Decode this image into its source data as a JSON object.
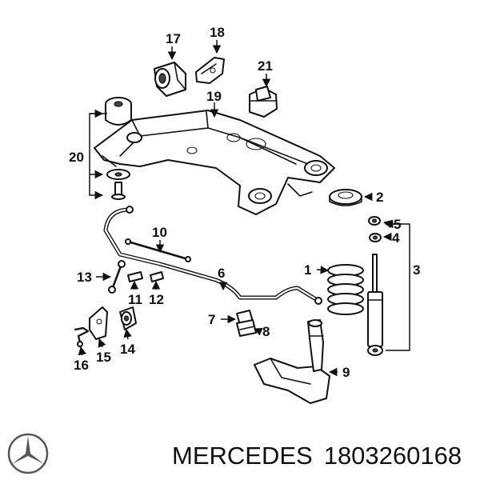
{
  "callouts": [
    "1",
    "2",
    "3",
    "4",
    "5",
    "6",
    "7",
    "8",
    "9",
    "10",
    "11",
    "12",
    "13",
    "14",
    "15",
    "16",
    "17",
    "18",
    "19",
    "20",
    "21"
  ],
  "footer": {
    "brand": "MERCEDES",
    "part_number": "1803260168"
  },
  "logo_icon": "mercedes-star-icon",
  "colors": {
    "line": "#111111",
    "background": "#ffffff",
    "shade": "#b9b9b9"
  }
}
